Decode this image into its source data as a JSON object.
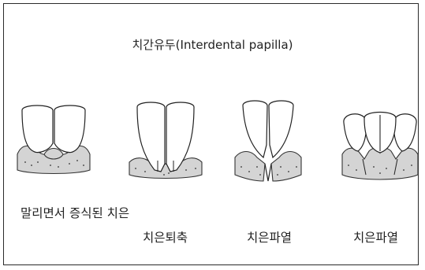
{
  "title": "치간유두(Interdental papilla)",
  "figures": [
    {
      "label": "말리면서 증식된 치은",
      "icon": "papilla-curled-hyperplastic-icon"
    },
    {
      "label": "치은퇴축",
      "icon": "gingival-recession-icon"
    },
    {
      "label": "치은파열",
      "icon": "gingival-cleft-icon"
    },
    {
      "label": "치은파열",
      "icon": "gingival-cleft-multi-icon"
    }
  ]
}
